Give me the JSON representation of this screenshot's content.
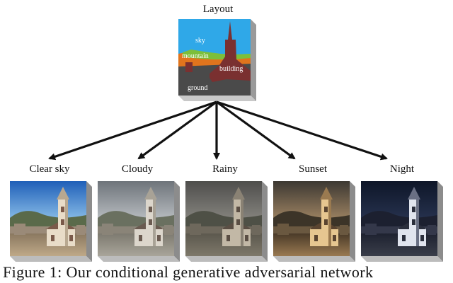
{
  "figure": {
    "layout_title": "Layout",
    "segmentation_labels": {
      "sky": "sky",
      "mountain": "mountain",
      "building": "building",
      "ground": "ground"
    },
    "outputs": [
      {
        "label": "Clear sky",
        "style": "clear"
      },
      {
        "label": "Cloudy",
        "style": "cloudy"
      },
      {
        "label": "Rainy",
        "style": "rainy"
      },
      {
        "label": "Sunset",
        "style": "sunset"
      },
      {
        "label": "Night",
        "style": "night"
      }
    ],
    "caption": "Figure 1:  Our conditional generative adversarial network"
  },
  "colors": {
    "sky": "#2fa8e8",
    "mountain_green": "#7cbf3a",
    "mountain_orange": "#e0741d",
    "building": "#7a3030",
    "ground": "#4a4a4a",
    "arrow": "#111111"
  }
}
